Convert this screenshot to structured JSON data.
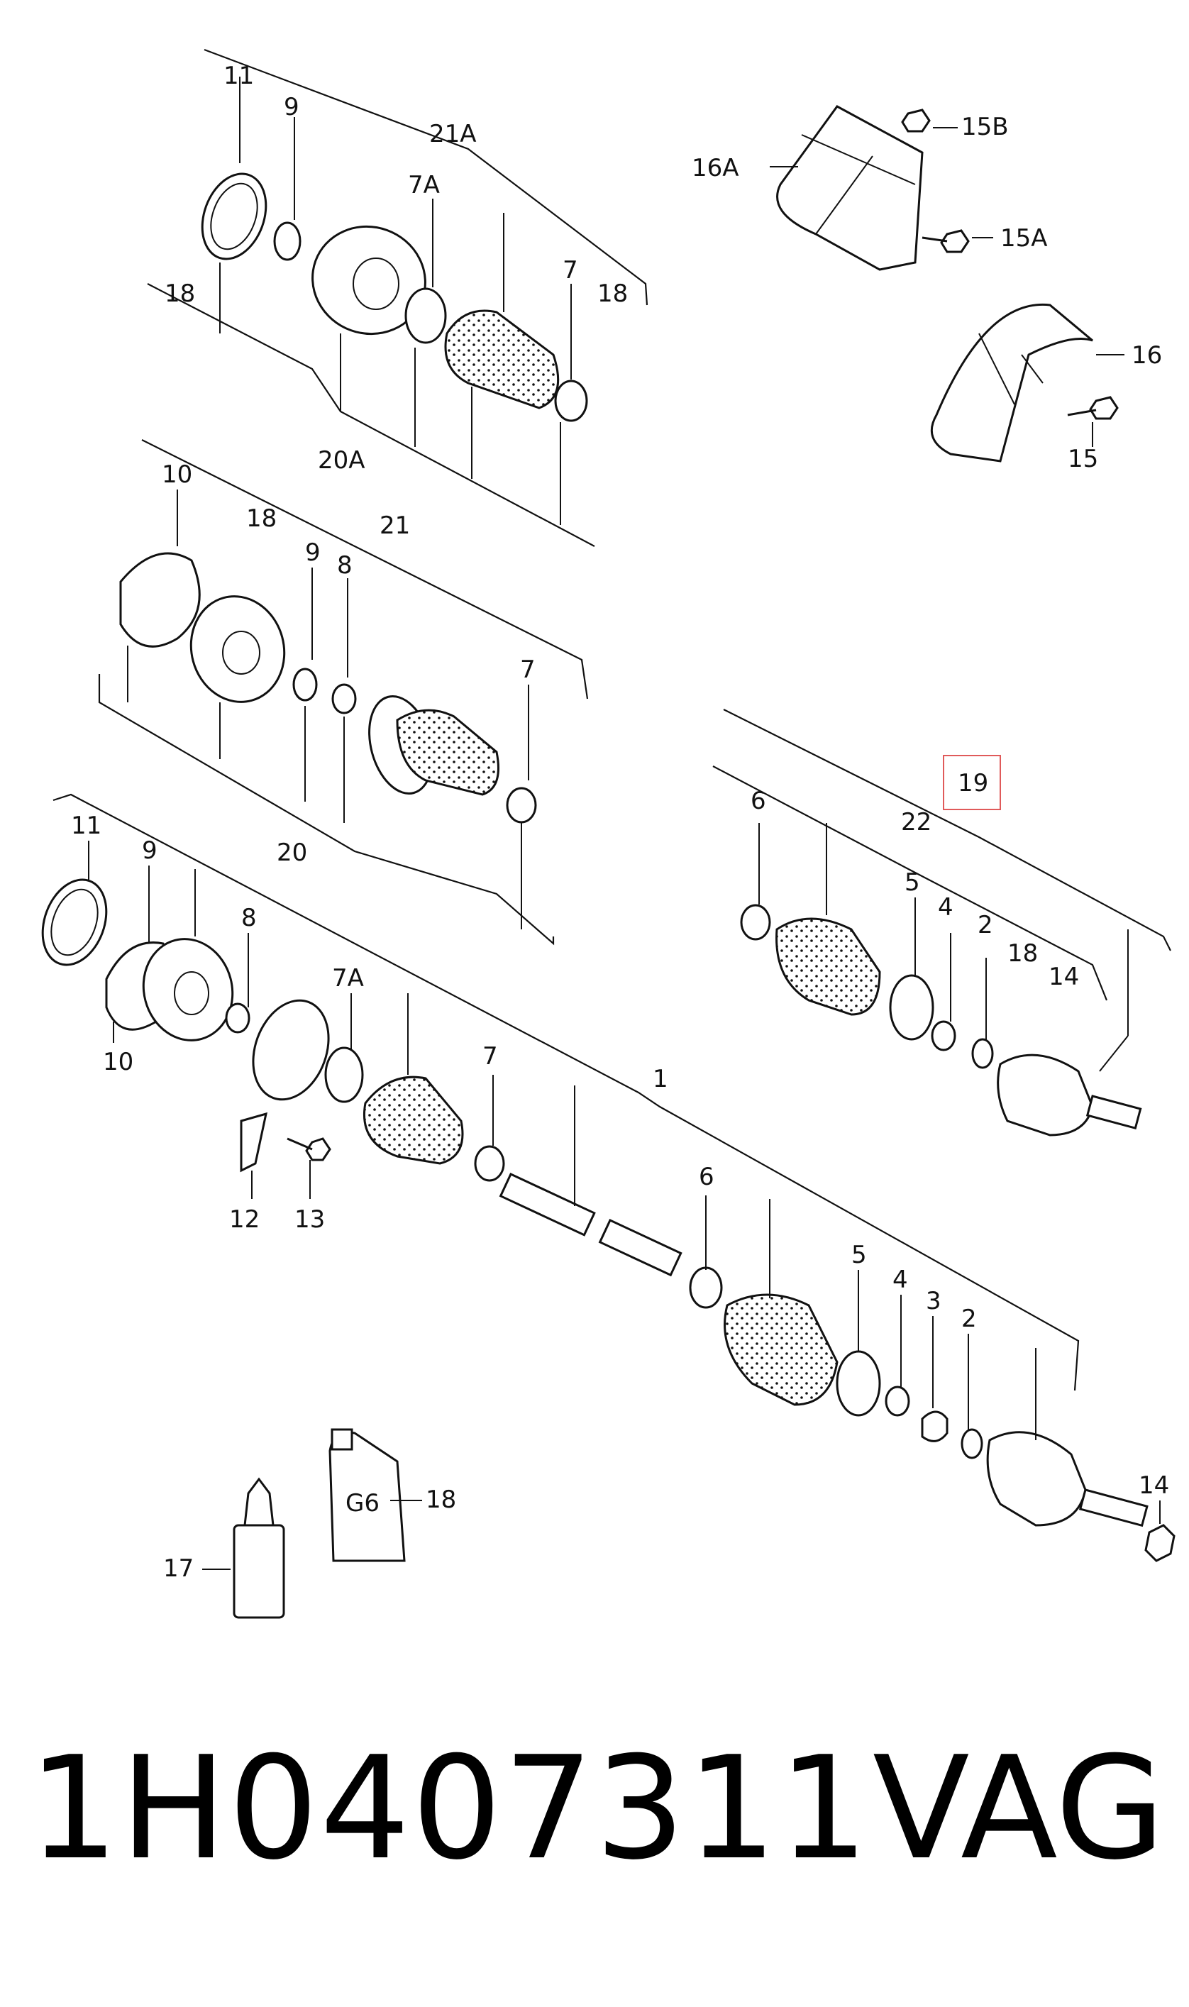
{
  "callouts": [
    {
      "id": "c11a",
      "text": "11"
    },
    {
      "id": "c9a",
      "text": "9"
    },
    {
      "id": "c21A",
      "text": "21A"
    },
    {
      "id": "c7A",
      "text": "7A"
    },
    {
      "id": "c7a",
      "text": "7"
    },
    {
      "id": "c18a",
      "text": "18"
    },
    {
      "id": "c18b",
      "text": "18"
    },
    {
      "id": "c20A",
      "text": "20A"
    },
    {
      "id": "c15B",
      "text": "15B"
    },
    {
      "id": "c16A",
      "text": "16A"
    },
    {
      "id": "c15A",
      "text": "15A"
    },
    {
      "id": "c16",
      "text": "16"
    },
    {
      "id": "c15",
      "text": "15"
    },
    {
      "id": "c10a",
      "text": "10"
    },
    {
      "id": "c18c",
      "text": "18"
    },
    {
      "id": "c21",
      "text": "21"
    },
    {
      "id": "c9b",
      "text": "9"
    },
    {
      "id": "c8a",
      "text": "8"
    },
    {
      "id": "c7b",
      "text": "7"
    },
    {
      "id": "c20",
      "text": "20"
    },
    {
      "id": "c19",
      "text": "19"
    },
    {
      "id": "c6a",
      "text": "6"
    },
    {
      "id": "c22",
      "text": "22"
    },
    {
      "id": "c5a",
      "text": "5"
    },
    {
      "id": "c4a",
      "text": "4"
    },
    {
      "id": "c2a",
      "text": "2"
    },
    {
      "id": "c18d",
      "text": "18"
    },
    {
      "id": "c14a",
      "text": "14"
    },
    {
      "id": "c11b",
      "text": "11"
    },
    {
      "id": "c9c",
      "text": "9"
    },
    {
      "id": "c8b",
      "text": "8"
    },
    {
      "id": "c7Ab",
      "text": "7A"
    },
    {
      "id": "c10b",
      "text": "10"
    },
    {
      "id": "c7c",
      "text": "7"
    },
    {
      "id": "c1",
      "text": "1"
    },
    {
      "id": "c12",
      "text": "12"
    },
    {
      "id": "c13",
      "text": "13"
    },
    {
      "id": "c6b",
      "text": "6"
    },
    {
      "id": "c5b",
      "text": "5"
    },
    {
      "id": "c4b",
      "text": "4"
    },
    {
      "id": "c3",
      "text": "3"
    },
    {
      "id": "c2b",
      "text": "2"
    },
    {
      "id": "c14b",
      "text": "14"
    },
    {
      "id": "c18e",
      "text": "18"
    },
    {
      "id": "c17",
      "text": "17"
    }
  ],
  "grease_tube_label": "G6",
  "footer": {
    "part_number": "1H0407311",
    "brand": "VAG"
  },
  "highlight_color": "#e05a5a"
}
